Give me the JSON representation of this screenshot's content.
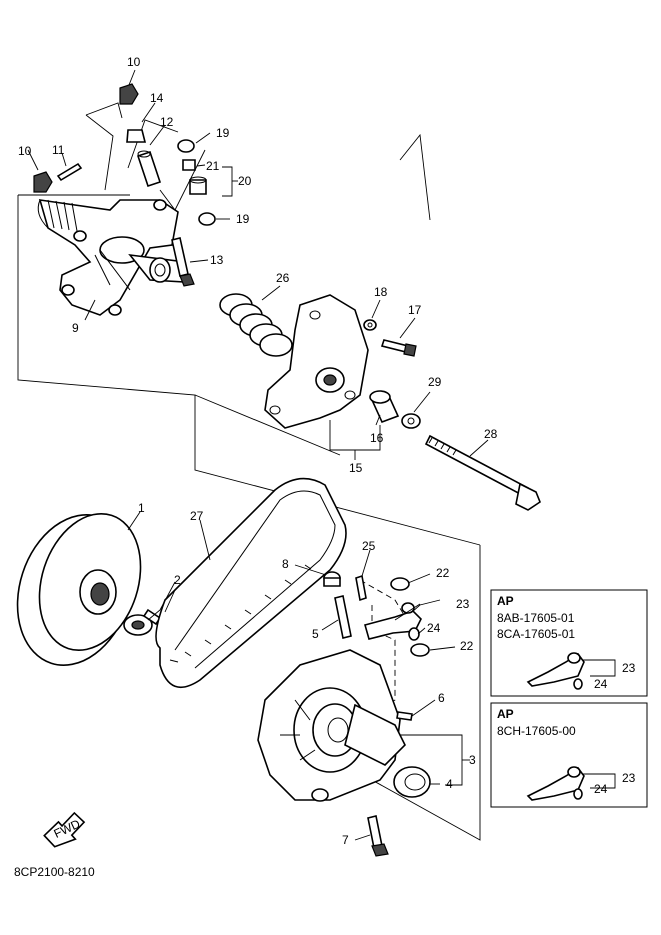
{
  "callouts": {
    "c1": "1",
    "c2": "2",
    "c3": "3",
    "c4": "4",
    "c5": "5",
    "c6": "6",
    "c7": "7",
    "c8": "8",
    "c9": "9",
    "c10a": "10",
    "c10b": "10",
    "c11": "11",
    "c12": "12",
    "c13": "13",
    "c14": "14",
    "c15": "15",
    "c16": "16",
    "c17": "17",
    "c18": "18",
    "c19a": "19",
    "c19b": "19",
    "c20": "20",
    "c21": "21",
    "c22a": "22",
    "c22b": "22",
    "c23": "23",
    "c24": "24",
    "c25": "25",
    "c26": "26",
    "c27": "27",
    "c28": "28",
    "c29": "29"
  },
  "box1": {
    "title": "AP",
    "code1": "8AB-17605-01",
    "code2": "8CA-17605-01",
    "n23": "23",
    "n24": "24"
  },
  "box2": {
    "title": "AP",
    "code1": "8CH-17605-00",
    "n23": "23",
    "n24": "24"
  },
  "fwd_label": "FWD",
  "diagram_code": "8CP2100-8210"
}
